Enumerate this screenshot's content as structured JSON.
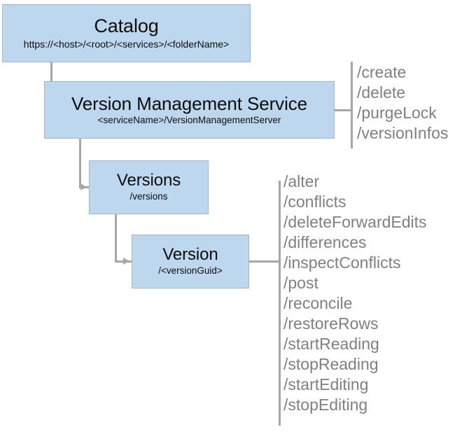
{
  "diagram": {
    "title": "Version Management Service REST API resource hierarchy",
    "colors": {
      "node_fill": "#bdd7ee",
      "node_border": "#9db7cd",
      "connector": "#a6a6a6",
      "endpoint_text": "#808080",
      "node_text": "#0d0d0d",
      "background": "#ffffff"
    }
  },
  "nodes": {
    "catalog": {
      "title": "Catalog",
      "subtitle": "https://<host>/<root>/<services>/<folderName>"
    },
    "version_management_service": {
      "title": "Version Management Service",
      "subtitle": "<serviceName>/VersionManagementServer"
    },
    "versions": {
      "title": "Versions",
      "subtitle": "/versions"
    },
    "version": {
      "title": "Version",
      "subtitle": "/<versionGuid>"
    }
  },
  "service_endpoints": [
    "/create",
    "/delete",
    "/purgeLock",
    "/versionInfos"
  ],
  "version_endpoints": [
    "/alter",
    "/conflicts",
    "/deleteForwardEdits",
    "/differences",
    "/inspectConflicts",
    "/post",
    "/reconcile",
    "/restoreRows",
    "/startReading",
    "/stopReading",
    "/startEditing",
    "/stopEditing"
  ]
}
